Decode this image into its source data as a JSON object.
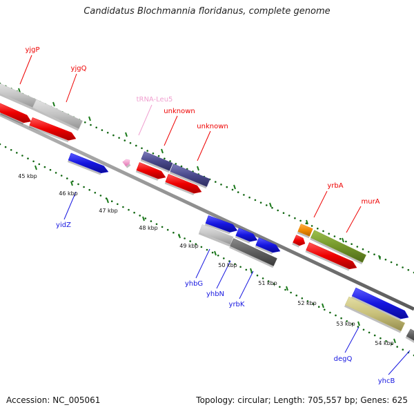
{
  "title": "Candidatus Blochmannia floridanus, complete genome",
  "footer": {
    "accession": "Accession: NC_005061",
    "summary": "Topology: circular; Length: 705,557 bp; Genes: 625"
  },
  "colors": {
    "red": "#ee0000",
    "grey": "#c4c4c4",
    "blue": "#1616e0",
    "navy": "#4a4a8c",
    "dark": "#5e5e5e",
    "orange": "#f08a00",
    "olive": "#74962a",
    "khaki": "#c8c07a",
    "pink": "#f0a0d0"
  },
  "kbp_labels": [
    {
      "text": "45 kbp"
    },
    {
      "text": "46 kbp"
    },
    {
      "text": "47 kbp"
    },
    {
      "text": "48 kbp"
    },
    {
      "text": "49 kbp"
    },
    {
      "text": "50 kbp"
    },
    {
      "text": "51 kbp"
    },
    {
      "text": "52 kbp"
    },
    {
      "text": "53 kbp"
    },
    {
      "text": "54 kbp"
    }
  ],
  "gene_labels": [
    {
      "text": "yjgP",
      "color": "red"
    },
    {
      "text": "yjgQ",
      "color": "red"
    },
    {
      "text": "tRNA-Leu5",
      "color": "pink"
    },
    {
      "text": "unknown",
      "color": "red"
    },
    {
      "text": "unknown",
      "color": "red"
    },
    {
      "text": "yrbA",
      "color": "red"
    },
    {
      "text": "murA",
      "color": "red"
    },
    {
      "text": "yidZ",
      "color": "blue"
    },
    {
      "text": "yhbG",
      "color": "blue"
    },
    {
      "text": "yhbN",
      "color": "blue"
    },
    {
      "text": "yrbK",
      "color": "blue"
    },
    {
      "text": "degQ",
      "color": "blue"
    },
    {
      "text": "yhcB",
      "color": "blue"
    }
  ]
}
